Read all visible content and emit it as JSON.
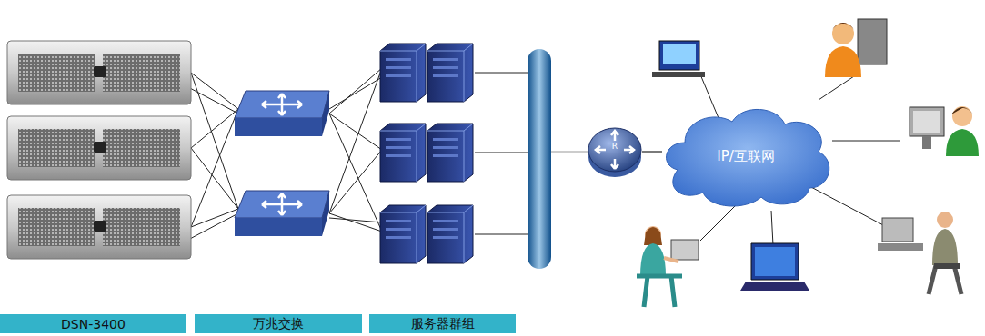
{
  "diagram": {
    "nodes": [
      {
        "text": [
          "DSN-3400"
        ]
      },
      {
        "text": [
          "万兆交换"
        ]
      },
      {
        "text": [
          "服务器群组"
        ]
      },
      {
        "text": [
          "R"
        ]
      },
      {
        "text": [
          "IP/互联网"
        ]
      }
    ],
    "edges": [
      {
        "from": 3,
        "to": 4,
        "arrow": "none"
      }
    ]
  }
}
